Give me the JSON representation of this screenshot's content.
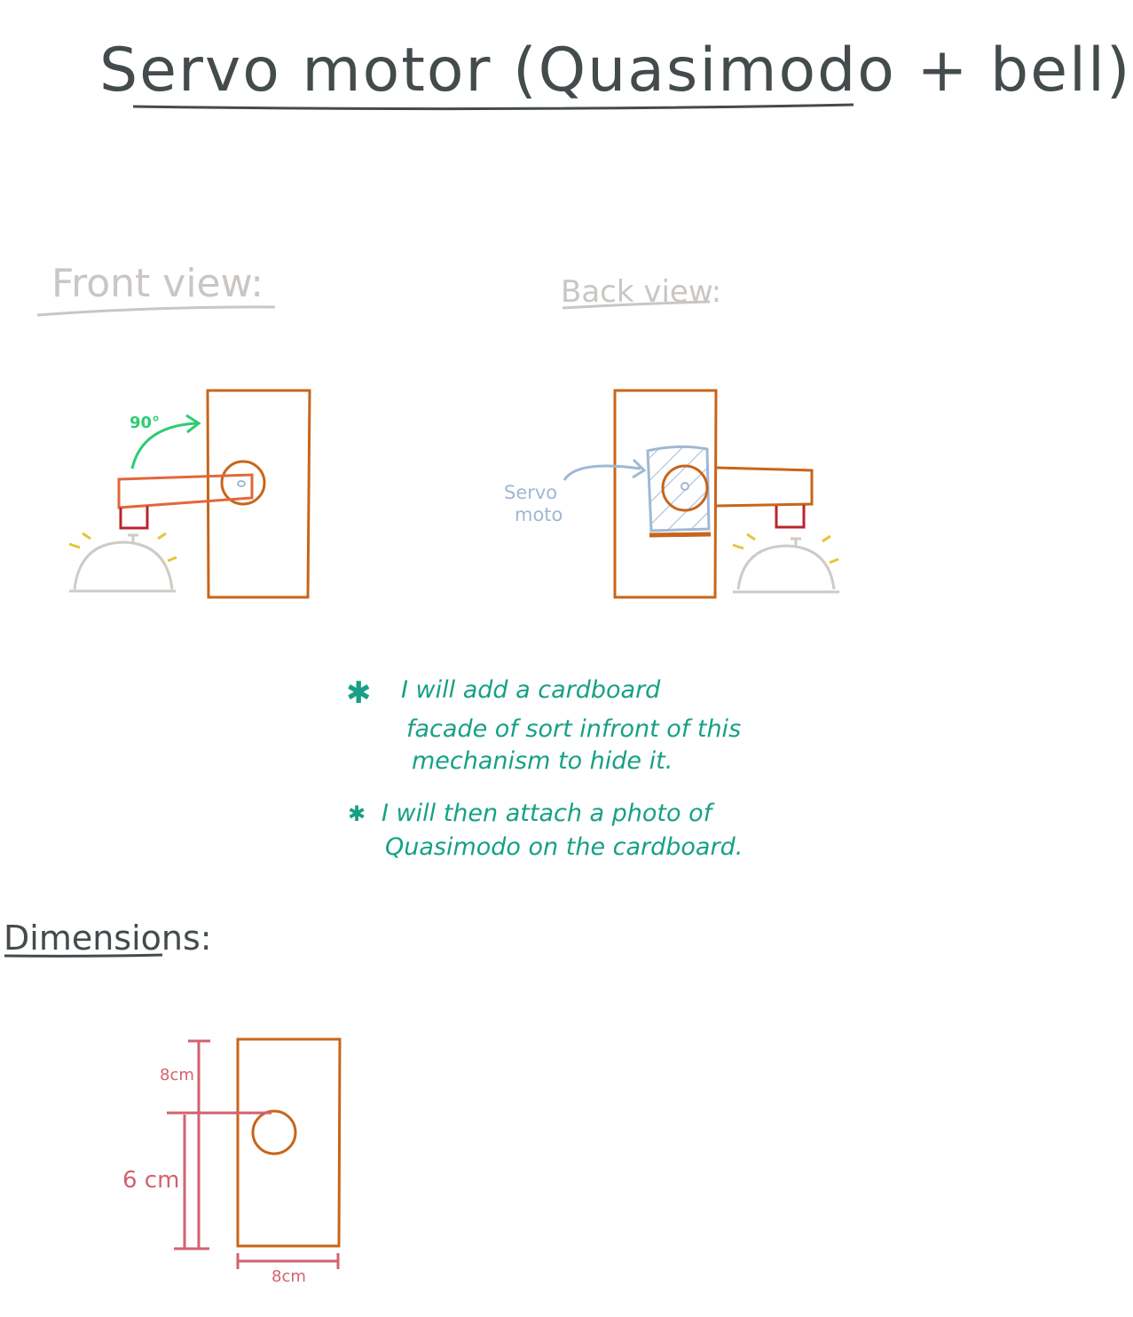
{
  "title": "Servo motor (Quasimodo + bell):",
  "front_view": {
    "label": "Front view:",
    "angle_label": "90°"
  },
  "back_view": {
    "label": "Back view:",
    "servo_label_line1": "Servo",
    "servo_label_line2": "moto"
  },
  "notes": [
    {
      "star": "✱",
      "lines": [
        "I will add a cardboard",
        "facade of sort infront of this",
        "mechanism to hide it."
      ]
    },
    {
      "star": "✱",
      "lines": [
        "I will then attach a photo of",
        "Quasimodo on the cardboard."
      ]
    }
  ],
  "dimensions": {
    "label": "Dimensions:",
    "top_label": "8cm",
    "side_label": "6 cm",
    "bottom_label": "8cm"
  },
  "colors": {
    "ink": "#434b4d",
    "gray_ink": "#c9c6c3",
    "board": "#c8651a",
    "arm": "#e2673a",
    "striker": "#b8262e",
    "bell": "#cfcac6",
    "bell_sparks": "#e8c33a",
    "rotation_arrow": "#2ecc71",
    "servo": "#9fb8d4",
    "notes": "#17a085",
    "dimension": "#d2626e"
  }
}
